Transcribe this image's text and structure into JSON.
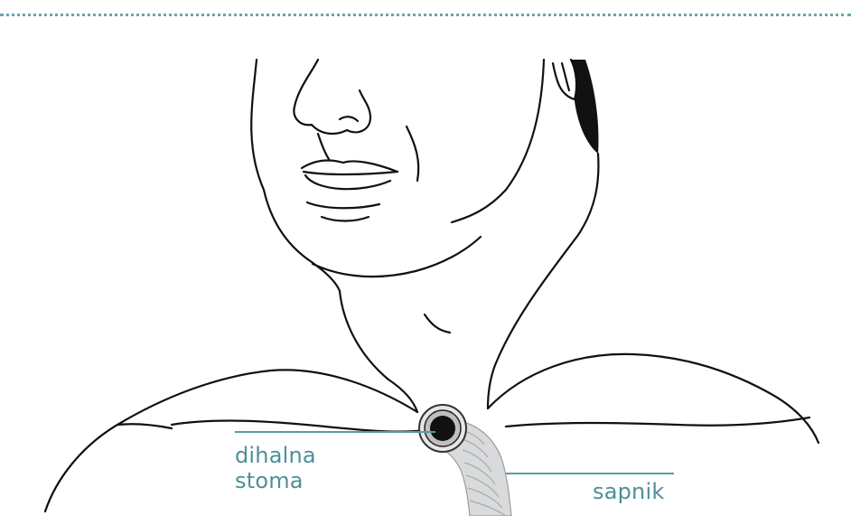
{
  "labels": {
    "stoma_line1": "dihalna",
    "stoma_line2": "stoma",
    "hose": "sapnik"
  },
  "colors": {
    "accent": "#5a9aa3",
    "line_art": "#111111",
    "hose": "#d9dadb"
  }
}
